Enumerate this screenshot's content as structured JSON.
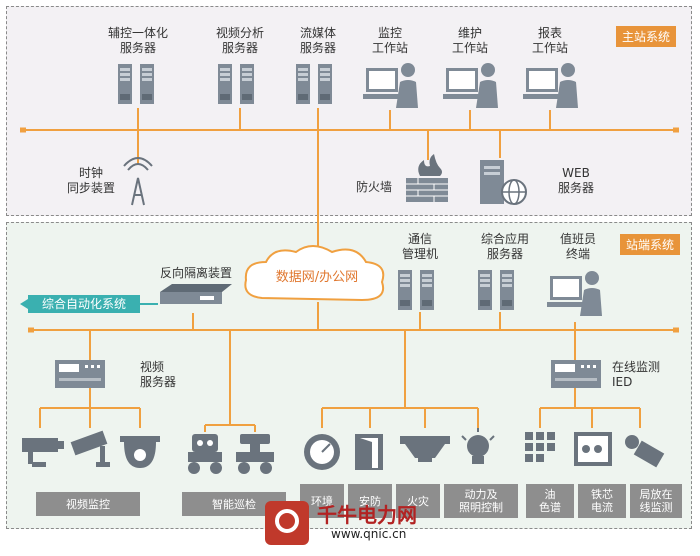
{
  "master": {
    "tag": "主站系统",
    "servers": [
      {
        "l1": "辅控一体化",
        "l2": "服务器"
      },
      {
        "l1": "视频分析",
        "l2": "服务器"
      },
      {
        "l1": "流媒体",
        "l2": "服务器"
      }
    ],
    "workstations": [
      {
        "l1": "监控",
        "l2": "工作站"
      },
      {
        "l1": "维护",
        "l2": "工作站"
      },
      {
        "l1": "报表",
        "l2": "工作站"
      }
    ],
    "clock": {
      "l1": "时钟",
      "l2": "同步装置"
    },
    "firewall": "防火墙",
    "web": {
      "l1": "WEB",
      "l2": "服务器"
    }
  },
  "network": "数据网/办公网",
  "station": {
    "tag": "站端系统",
    "isolation": "反向隔离装置",
    "automation": "综合自动化系统",
    "comm": {
      "l1": "通信",
      "l2": "管理机"
    },
    "app_server": {
      "l1": "综合应用",
      "l2": "服务器"
    },
    "duty": {
      "l1": "值班员",
      "l2": "终端"
    },
    "video_server": {
      "l1": "视频",
      "l2": "服务器"
    },
    "ied": {
      "l1": "在线监测",
      "l2": "IED"
    }
  },
  "bottom": {
    "video": "视频监控",
    "patrol": "智能巡检",
    "env": "环境",
    "security": "安防",
    "fire": "火灾",
    "power": {
      "l1": "动力及",
      "l2": "照明控制"
    },
    "oil": {
      "l1": "油",
      "l2": "色谱"
    },
    "iron": {
      "l1": "铁芯",
      "l2": "电流"
    },
    "partial": {
      "l1": "局放在",
      "l2": "线监测"
    }
  },
  "watermark": {
    "title": "千牛电力网",
    "url": "www.qnic.cn"
  },
  "colors": {
    "line": "#f0a040",
    "server": "#7f8a96",
    "tag": "#e8943a",
    "automation": "#3ab0b0",
    "box": "#8e8e8e"
  }
}
